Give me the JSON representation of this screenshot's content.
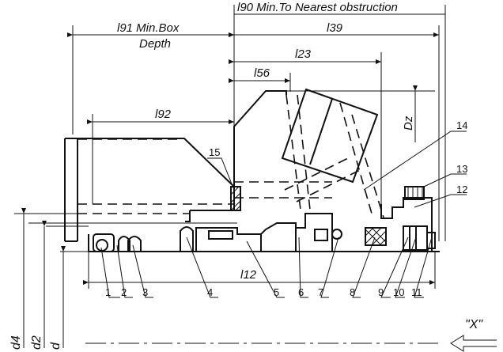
{
  "dimensions": {
    "min_to_obstruction": "l90 Min.To Nearest obstruction",
    "min_box_depth_1": "l91 Min.Box",
    "min_box_depth_2": "Depth",
    "l39": "l39",
    "l23": "l23",
    "l56": "l56",
    "l92": "l92",
    "l12": "l12",
    "dz": "Dz",
    "d4": "d4",
    "d2": "d2",
    "d": "d"
  },
  "view_label": "\"X\"",
  "parts": [
    "1",
    "2",
    "3",
    "4",
    "5",
    "6",
    "7",
    "8",
    "9",
    "10",
    "11",
    "12",
    "13",
    "14",
    "15"
  ]
}
